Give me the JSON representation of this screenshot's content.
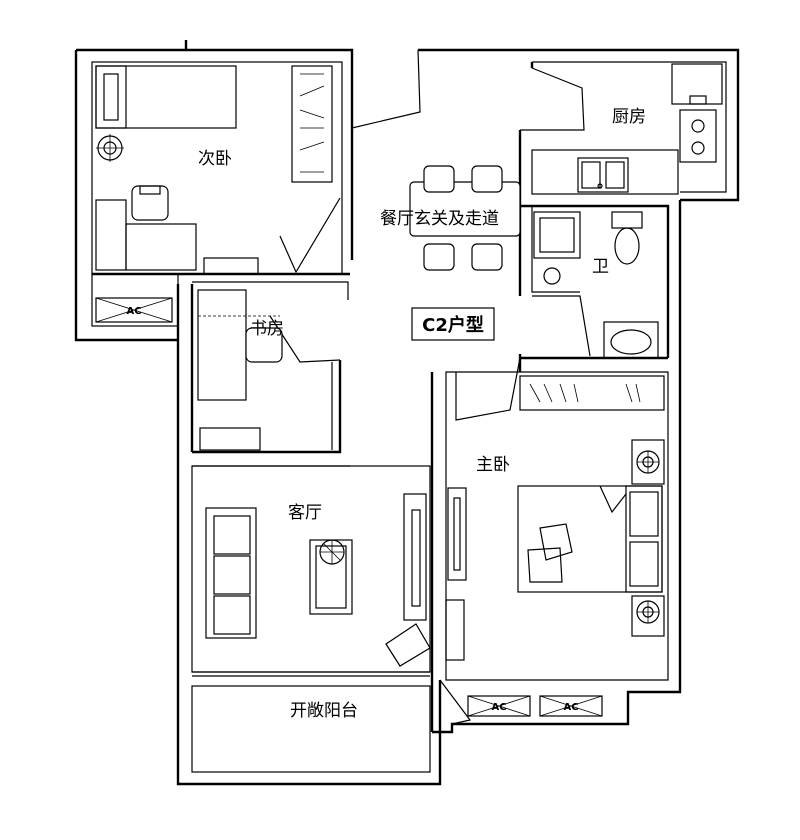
{
  "unit_type_label": "C2户型",
  "rooms": {
    "second_bedroom": "次卧",
    "kitchen": "厨房",
    "dining_entry_corridor": "餐厅玄关及走道",
    "bathroom": "卫",
    "study": "书房",
    "master_bedroom": "主卧",
    "living_room": "客厅",
    "balcony": "开敞阳台"
  },
  "ac_units": [
    "AC",
    "AC",
    "AC"
  ]
}
